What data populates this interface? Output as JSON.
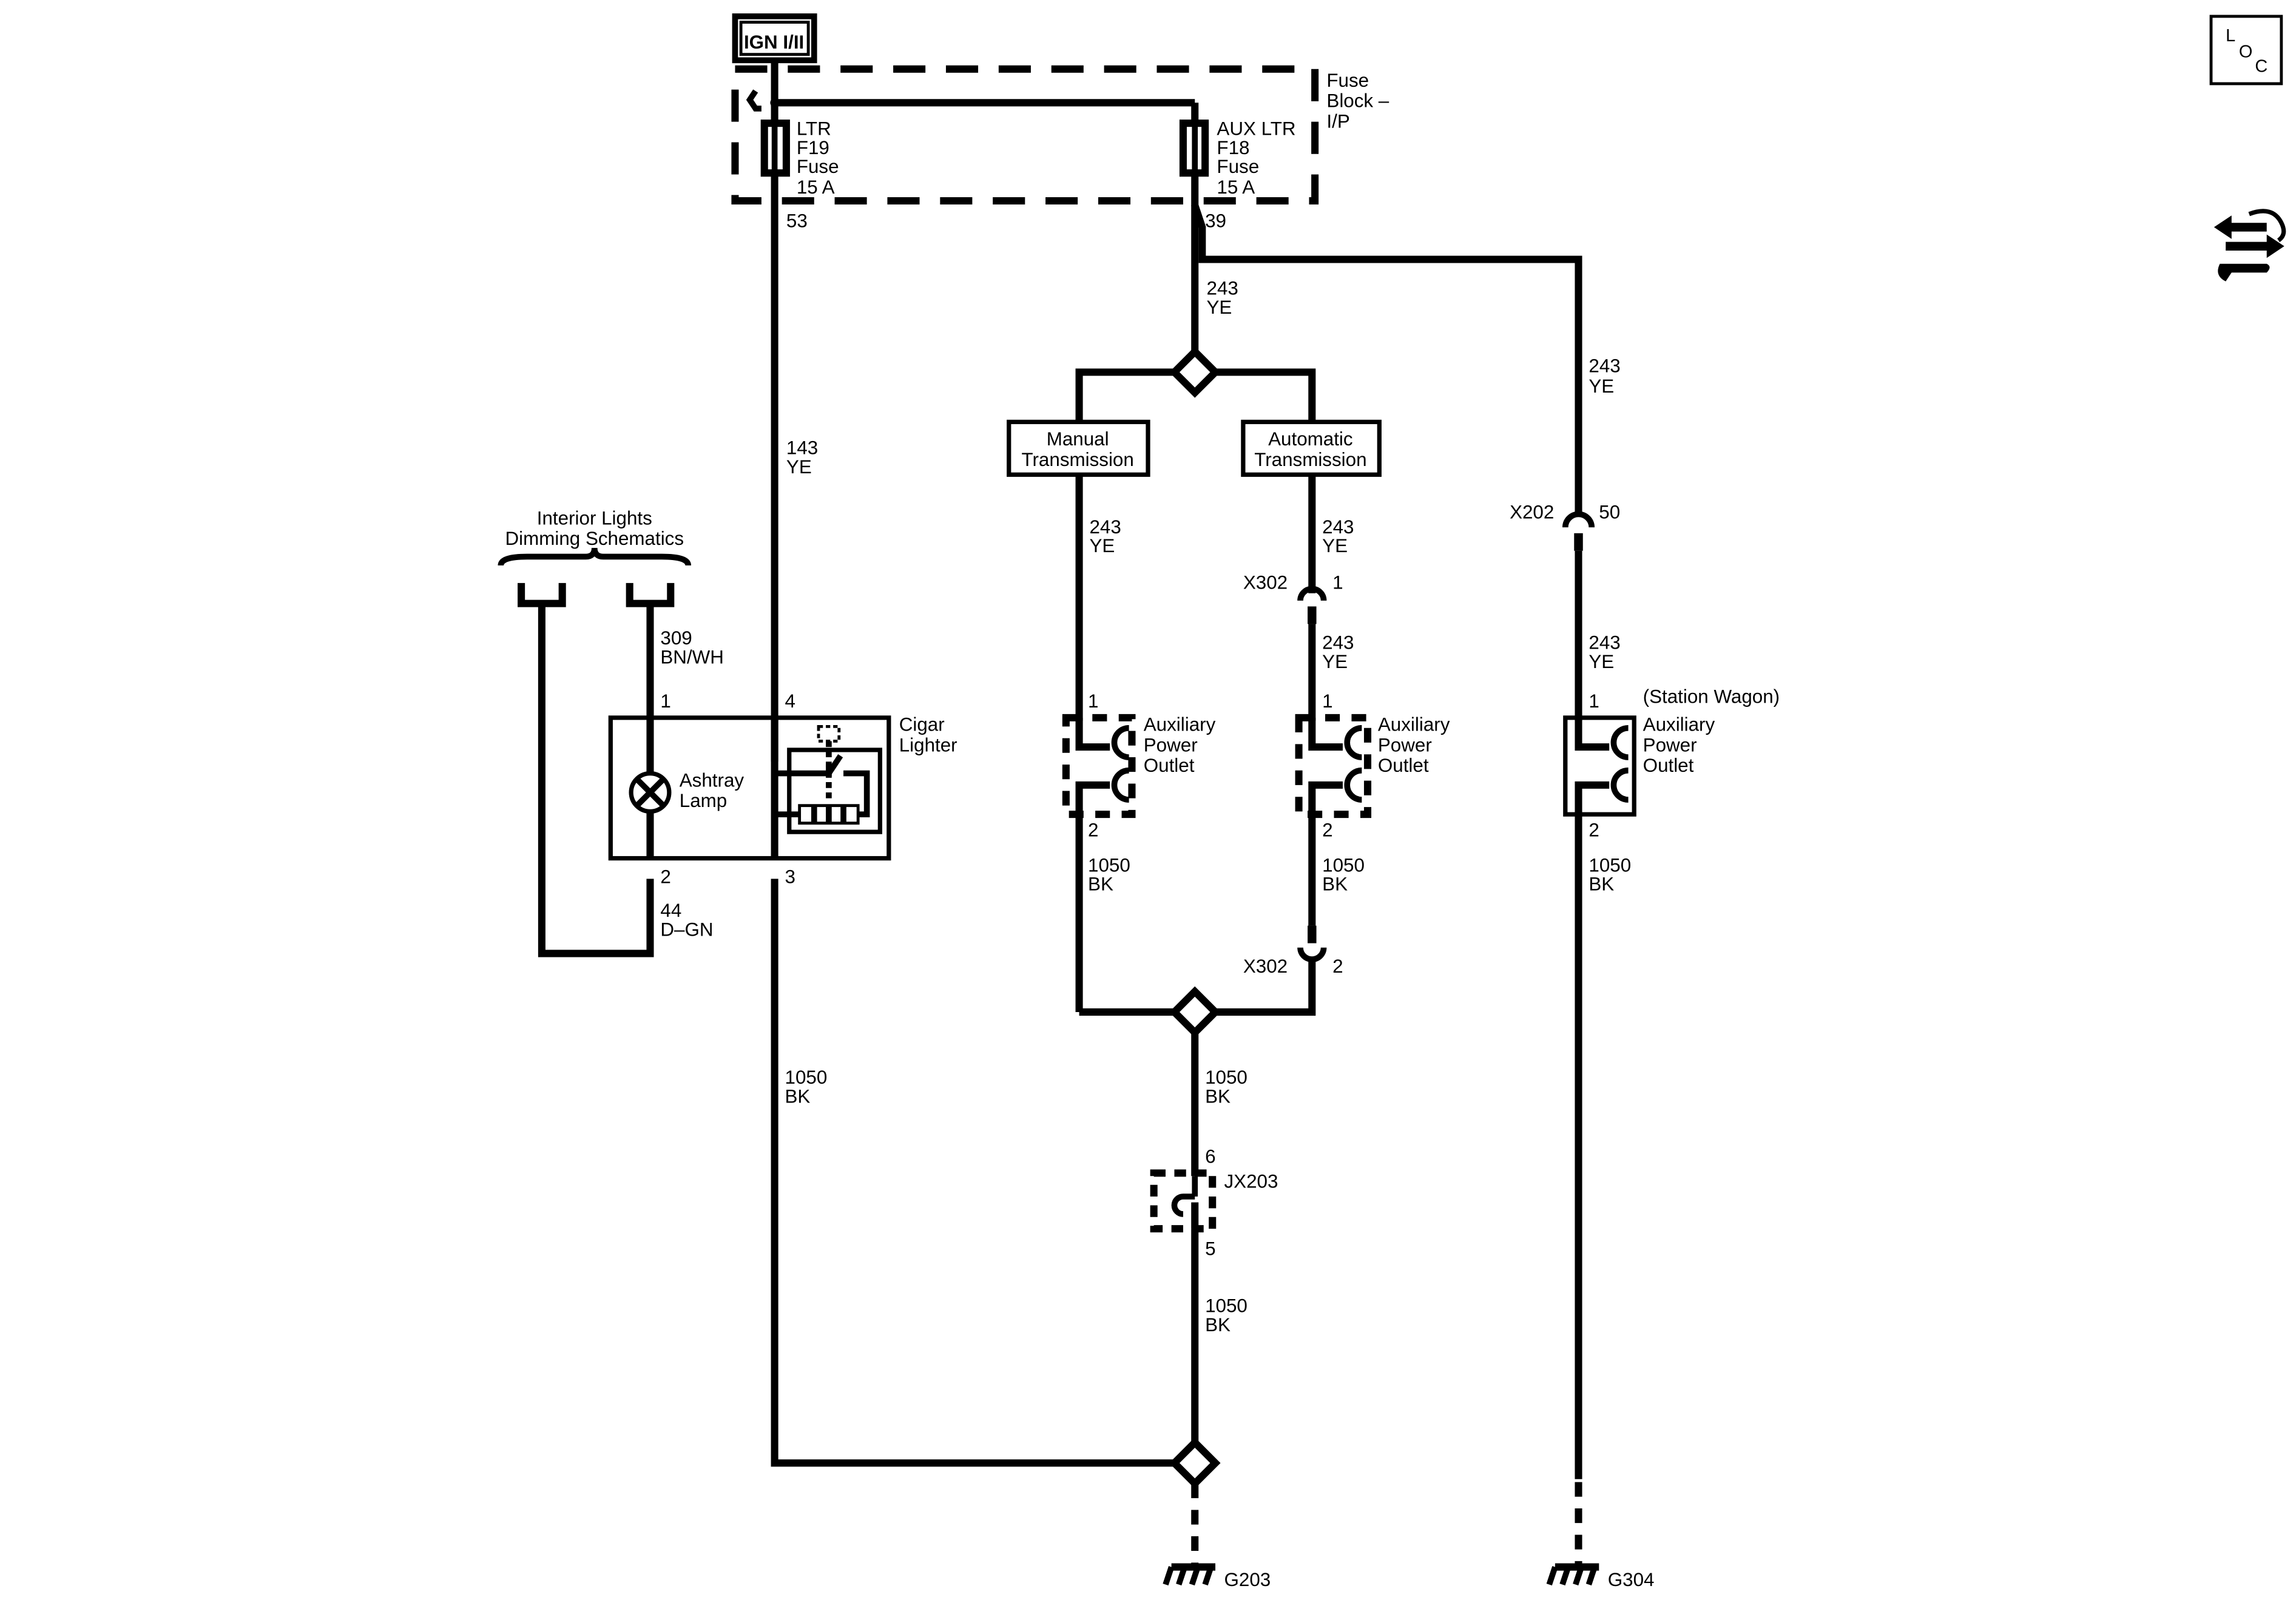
{
  "power": {
    "ign_label": "IGN I/II"
  },
  "fuse_block": {
    "label_line1": "Fuse",
    "label_line2": "Block –",
    "label_line3": "I/P"
  },
  "fuses": [
    {
      "line1": "LTR",
      "line2": "F19",
      "line3": "Fuse",
      "line4": "15 A",
      "pin": "53"
    },
    {
      "line1": "AUX LTR",
      "line2": "F18",
      "line3": "Fuse",
      "line4": "15 A",
      "pin": "39"
    }
  ],
  "wires": {
    "w143": {
      "circuit": "143",
      "color": "YE"
    },
    "w243_main": {
      "circuit": "243",
      "color": "YE"
    },
    "w243_right": {
      "circuit": "243",
      "color": "YE"
    },
    "w243_manual": {
      "circuit": "243",
      "color": "YE"
    },
    "w243_auto_a": {
      "circuit": "243",
      "color": "YE"
    },
    "w243_auto_b": {
      "circuit": "243",
      "color": "YE"
    },
    "w243_wagon": {
      "circuit": "243",
      "color": "YE"
    },
    "w309": {
      "circuit": "309",
      "color": "BN/WH"
    },
    "w44": {
      "circuit": "44",
      "color": "D–GN"
    },
    "w1050_left": {
      "circuit": "1050",
      "color": "BK"
    },
    "w1050_manual": {
      "circuit": "1050",
      "color": "BK"
    },
    "w1050_auto": {
      "circuit": "1050",
      "color": "BK"
    },
    "w1050_center": {
      "circuit": "1050",
      "color": "BK"
    },
    "w1050_lower": {
      "circuit": "1050",
      "color": "BK"
    },
    "w1050_wagon": {
      "circuit": "1050",
      "color": "BK"
    }
  },
  "options": {
    "manual_line1": "Manual",
    "manual_line2": "Transmission",
    "auto_line1": "Automatic",
    "auto_line2": "Transmission"
  },
  "interior_ref": {
    "line1": "Interior Lights",
    "line2": "Dimming Schematics"
  },
  "cigar_lighter": {
    "line1": "Cigar",
    "line2": "Lighter",
    "pin4": "4",
    "pin3": "3"
  },
  "ashtray": {
    "line1": "Ashtray",
    "line2": "Lamp",
    "pin1": "1",
    "pin2": "2"
  },
  "outlets": [
    {
      "line1": "Auxiliary",
      "line2": "Power",
      "line3": "Outlet",
      "pin1": "1",
      "pin2": "2"
    },
    {
      "line1": "Auxiliary",
      "line2": "Power",
      "line3": "Outlet",
      "pin1": "1",
      "pin2": "2"
    },
    {
      "line1": "Auxiliary",
      "line2": "Power",
      "line3": "Outlet",
      "pin1": "1",
      "pin2": "2",
      "note": "(Station Wagon)"
    }
  ],
  "connectors": {
    "x302_top": {
      "name": "X302",
      "pin": "1"
    },
    "x302_bottom": {
      "name": "X302",
      "pin": "2"
    },
    "x202": {
      "name": "X202",
      "pin": "50"
    },
    "jx203": {
      "name": "JX203",
      "pin_top": "6",
      "pin_bottom": "5"
    }
  },
  "grounds": {
    "g203": "G203",
    "g304": "G304"
  },
  "corner": {
    "loc_l": "L",
    "loc_o": "O",
    "loc_c": "C"
  },
  "icons": {
    "locator": "loc-icon",
    "service": "wrench-arrows-icon"
  }
}
